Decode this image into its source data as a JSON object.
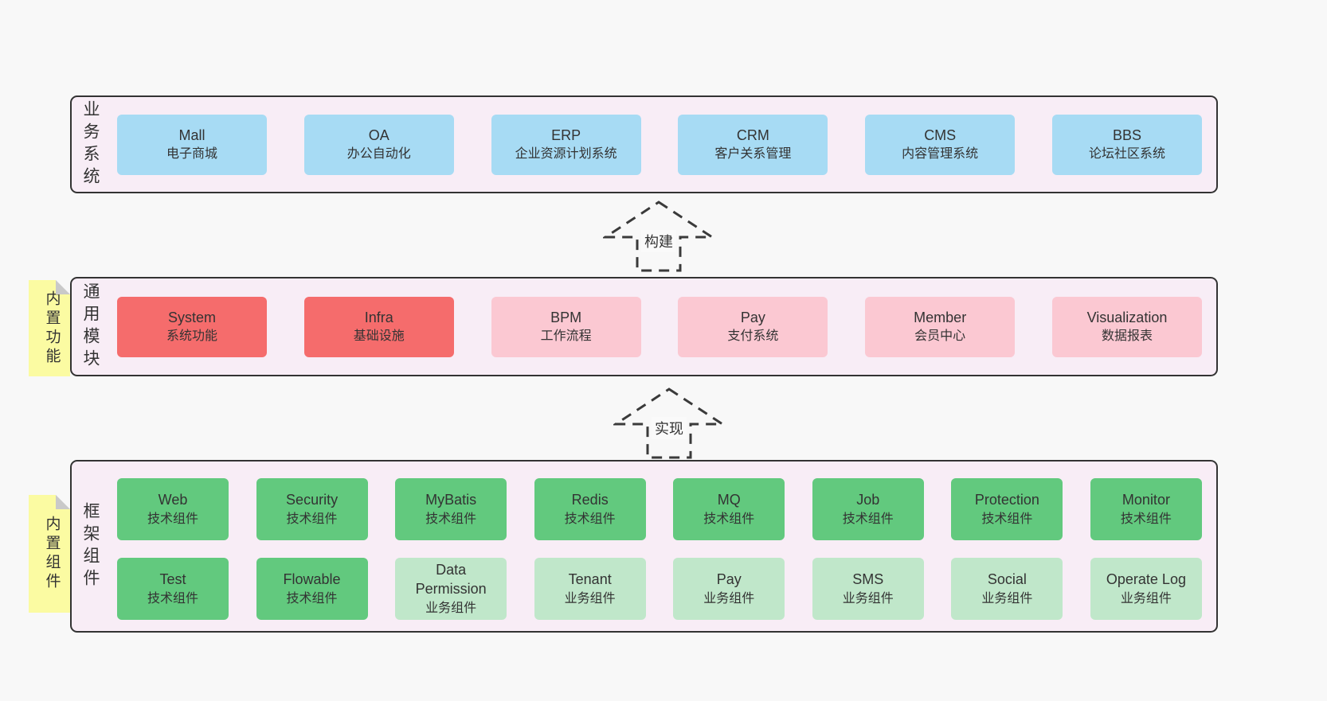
{
  "colors": {
    "page_bg": "#f8f8f8",
    "layer_bg": "#f8edf6",
    "layer_border": "#333333",
    "blue_box": "#a7dbf4",
    "red_box": "#f56c6c",
    "pink_box": "#fbc8d2",
    "green_box": "#62c97e",
    "lightgreen_box": "#c0e7ca",
    "sticky_tab": "#fbfba2",
    "fold": "#c9c9c9"
  },
  "arrows": [
    {
      "label": "构建"
    },
    {
      "label": "实现"
    }
  ],
  "layers": [
    {
      "label": "业务系统",
      "boxes": [
        {
          "name": "Mall",
          "desc": "电子商城",
          "variant": "blue"
        },
        {
          "name": "OA",
          "desc": "办公自动化",
          "variant": "blue"
        },
        {
          "name": "ERP",
          "desc": "企业资源计划系统",
          "variant": "blue"
        },
        {
          "name": "CRM",
          "desc": "客户关系管理",
          "variant": "blue"
        },
        {
          "name": "CMS",
          "desc": "内容管理系统",
          "variant": "blue"
        },
        {
          "name": "BBS",
          "desc": "论坛社区系统",
          "variant": "blue"
        }
      ]
    },
    {
      "label": "通用模块",
      "tab": "内置功能",
      "boxes": [
        {
          "name": "System",
          "desc": "系统功能",
          "variant": "red"
        },
        {
          "name": "Infra",
          "desc": "基础设施",
          "variant": "red"
        },
        {
          "name": "BPM",
          "desc": "工作流程",
          "variant": "pink"
        },
        {
          "name": "Pay",
          "desc": "支付系统",
          "variant": "pink"
        },
        {
          "name": "Member",
          "desc": "会员中心",
          "variant": "pink"
        },
        {
          "name": "Visualization",
          "desc": "数据报表",
          "variant": "pink"
        }
      ]
    },
    {
      "label": "框架组件",
      "tab": "内置组件",
      "rows": [
        [
          {
            "name": "Web",
            "desc": "技术组件",
            "variant": "green"
          },
          {
            "name": "Security",
            "desc": "技术组件",
            "variant": "green"
          },
          {
            "name": "MyBatis",
            "desc": "技术组件",
            "variant": "green"
          },
          {
            "name": "Redis",
            "desc": "技术组件",
            "variant": "green"
          },
          {
            "name": "MQ",
            "desc": "技术组件",
            "variant": "green"
          },
          {
            "name": "Job",
            "desc": "技术组件",
            "variant": "green"
          },
          {
            "name": "Protection",
            "desc": "技术组件",
            "variant": "green"
          },
          {
            "name": "Monitor",
            "desc": "技术组件",
            "variant": "green"
          }
        ],
        [
          {
            "name": "Test",
            "desc": "技术组件",
            "variant": "green"
          },
          {
            "name": "Flowable",
            "desc": "技术组件",
            "variant": "green"
          },
          {
            "name": "Data Permission",
            "desc": "业务组件",
            "variant": "lightgreen"
          },
          {
            "name": "Tenant",
            "desc": "业务组件",
            "variant": "lightgreen"
          },
          {
            "name": "Pay",
            "desc": "业务组件",
            "variant": "lightgreen"
          },
          {
            "name": "SMS",
            "desc": "业务组件",
            "variant": "lightgreen"
          },
          {
            "name": "Social",
            "desc": "业务组件",
            "variant": "lightgreen"
          },
          {
            "name": "Operate Log",
            "desc": "业务组件",
            "variant": "lightgreen"
          }
        ]
      ]
    }
  ]
}
